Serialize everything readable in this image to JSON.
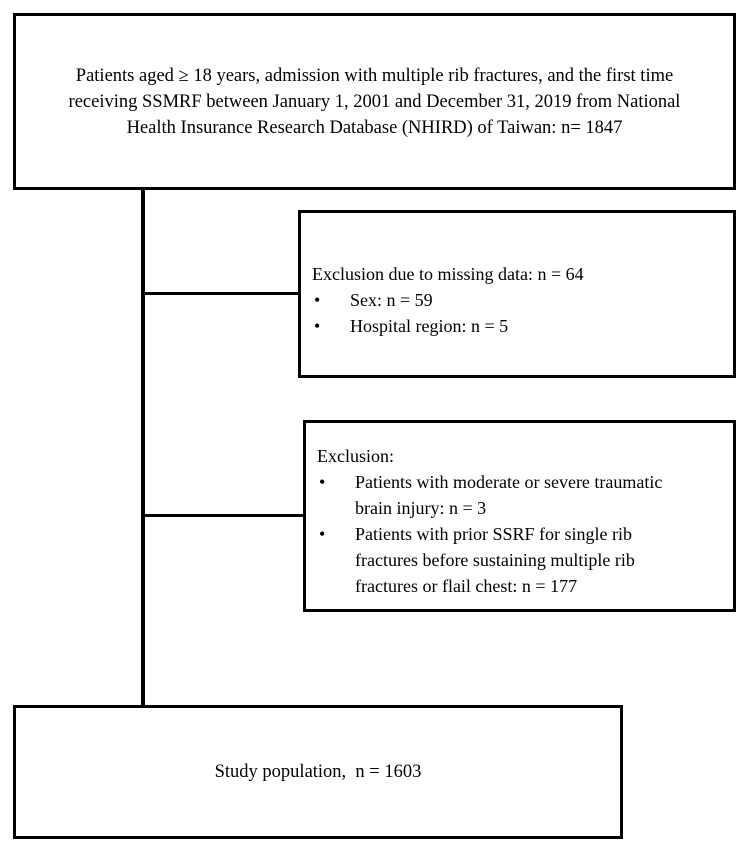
{
  "top_box": {
    "lines": [
      "Patients aged ≥ 18 years, admission with multiple rib fractures, and the first time",
      "receiving SSMRF between January 1, 2001 and December 31, 2019 from National",
      "Health Insurance Research Database (NHIRD) of Taiwan: n= 1847"
    ]
  },
  "exclusion_1": {
    "heading": "Exclusion due to missing data: n = 64",
    "bullet_glyph": "•",
    "items": [
      {
        "lines": [
          "Sex: n = 59"
        ]
      },
      {
        "lines": [
          "Hospital region: n = 5"
        ]
      }
    ]
  },
  "exclusion_2": {
    "heading": "Exclusion:",
    "bullet_glyph": "•",
    "items": [
      {
        "lines": [
          "Patients with moderate or severe traumatic",
          "brain injury: n = 3"
        ]
      },
      {
        "lines": [
          "Patients with prior SSRF for single rib",
          "fractures before sustaining multiple rib",
          "fractures or flail chest: n = 177"
        ]
      }
    ]
  },
  "bottom_box": {
    "text": "Study population,  n = 1603"
  },
  "colors": {
    "line": "#000000",
    "background": "#ffffff"
  }
}
